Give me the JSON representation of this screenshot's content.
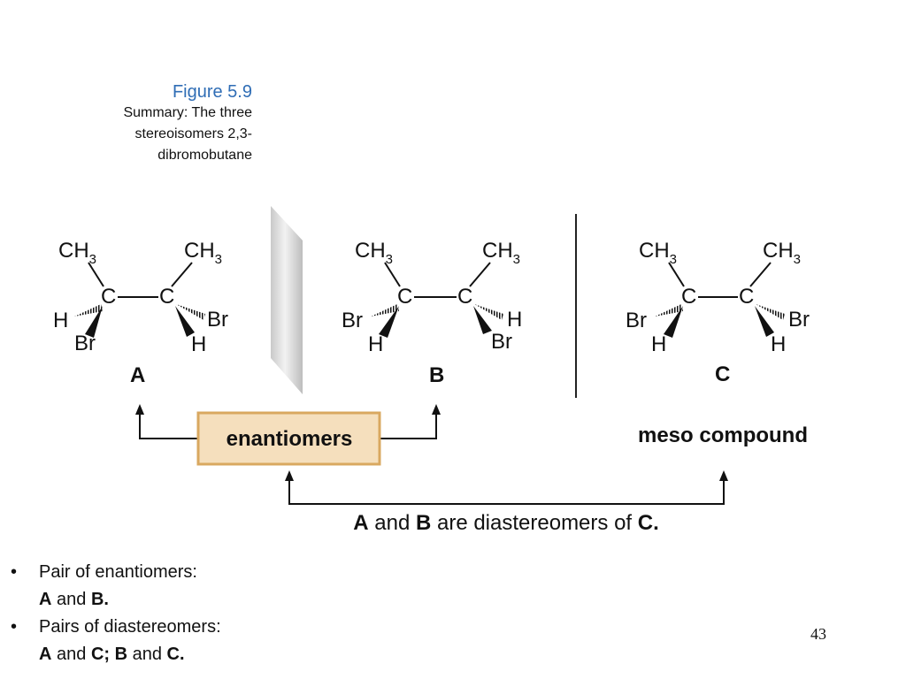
{
  "caption": {
    "figure_label": "Figure 5.9",
    "description": "Summary: The three\nstereoisomers 2,3-\ndibromobutane"
  },
  "molecules": [
    {
      "top_left": "CH",
      "top_right": "CH",
      "sub": "3",
      "left_sub": "H",
      "right_sub": "Br",
      "below_left": "Br",
      "below_right": "H",
      "carbon": "C",
      "label": "A"
    },
    {
      "top_left": "CH",
      "top_right": "CH",
      "sub": "3",
      "left_sub": "Br",
      "right_sub": "H",
      "below_left": "H",
      "below_right": "Br",
      "carbon": "C",
      "label": "B"
    },
    {
      "top_left": "CH",
      "top_right": "CH",
      "sub": "3",
      "left_sub": "Br",
      "right_sub": "Br",
      "below_left": "H",
      "below_right": "H",
      "carbon": "C",
      "label": "C"
    }
  ],
  "relations": {
    "enantiomers_label": "enantiomers",
    "meso_label": "meso compound",
    "diastereomer_note": {
      "a": "A",
      "and1": " and ",
      "b": "B",
      "rest": " are diastereomers of ",
      "c": "C."
    }
  },
  "bullets": [
    {
      "line1": "Pair of enantiomers:",
      "l2_a": "A",
      "l2_and": " and ",
      "l2_b": "B."
    },
    {
      "line1": "Pairs of diastereomers:",
      "l2_a": "A",
      "l2_and": " and ",
      "l2_b": "C; B",
      "l2_and2": " and ",
      "l2_c": "C."
    }
  ],
  "bullet_symbol": "•",
  "page_number": "43",
  "colors": {
    "caption_title": "#2f6db5",
    "enantiomer_box_fill": "#f5dfbd",
    "enantiomer_box_border": "#d9a860"
  }
}
